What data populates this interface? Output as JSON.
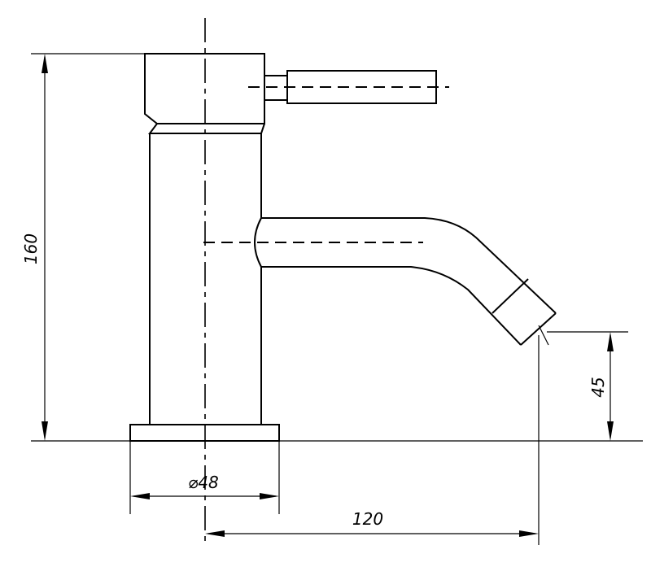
{
  "dimensions": {
    "height_total": "160",
    "spout_height": "45",
    "base_diameter": "⌀48",
    "spout_reach": "120"
  }
}
